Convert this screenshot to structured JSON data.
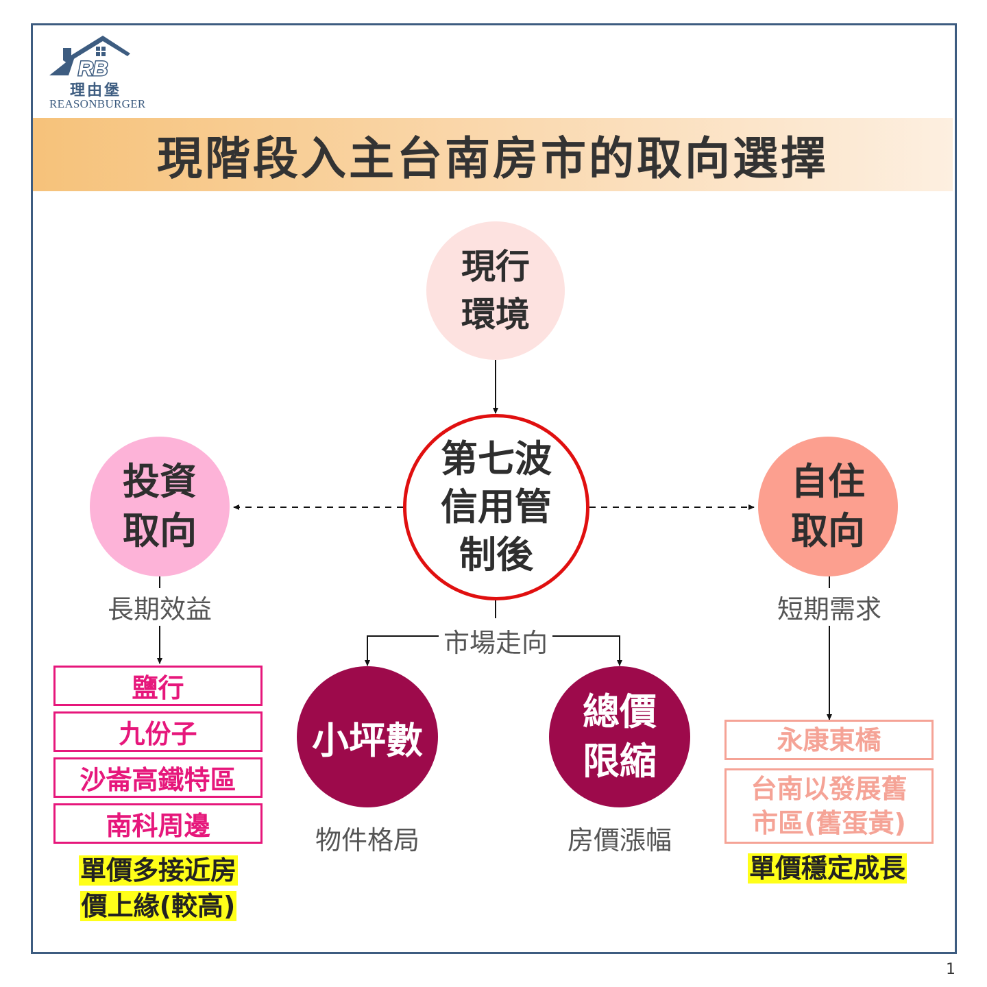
{
  "logo": {
    "mark": "RB",
    "chinese": "理由堡",
    "english": "REASONBURGER"
  },
  "title": "現階段入主台南房市的取向選擇",
  "nodes": {
    "environment": {
      "line1": "現行",
      "line2": "環境"
    },
    "center": {
      "line1": "第七波",
      "line2": "信用管",
      "line3": "制後"
    },
    "invest": {
      "line1": "投資",
      "line2": "取向"
    },
    "self_use": {
      "line1": "自住",
      "line2": "取向"
    },
    "small_area": {
      "label": "小坪數"
    },
    "total_price": {
      "line1": "總價",
      "line2": "限縮"
    }
  },
  "labels": {
    "long_term": "長期效益",
    "short_term": "短期需求",
    "market": "市場走向",
    "layout": "物件格局",
    "price_rise": "房價漲幅"
  },
  "invest_areas": [
    "鹽行",
    "九份子",
    "沙崙高鐵特區",
    "南科周邊"
  ],
  "invest_note": {
    "line1": "單價多接近房",
    "line2": "價上緣(較高)"
  },
  "self_areas": {
    "area1": "永康東橋",
    "area2_line1": "台南以發展舊",
    "area2_line2": "市區(舊蛋黃)"
  },
  "self_note": "單價穩定成長",
  "page_number": "1",
  "colors": {
    "frame": "#3d5c80",
    "center_ring": "#e00f0f",
    "invest": "#fdb3d8",
    "self_use": "#fc9f8f",
    "market_nodes": "#9d0a4b",
    "invest_box": "#e6177b",
    "self_box": "#f5a396",
    "highlight": "#ffff19"
  }
}
